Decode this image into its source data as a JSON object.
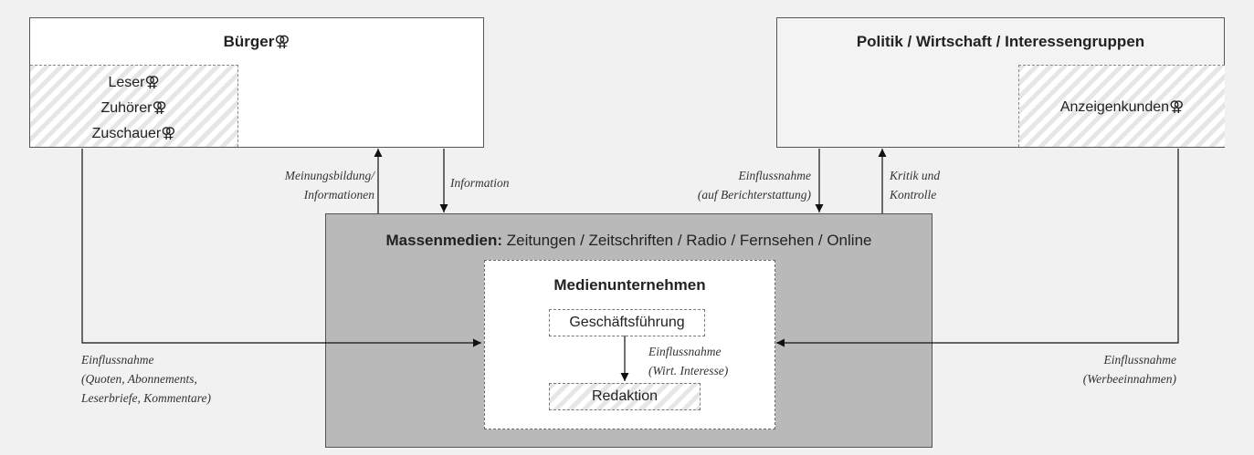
{
  "citizens": {
    "title": "Bürger⚢",
    "sub_roles": [
      "Leser⚢",
      "Zuhörer⚢",
      "Zuschauer⚢"
    ]
  },
  "politics": {
    "title": "Politik / Wirtschaft / Interessengruppen",
    "sub_role": "Anzeigenkunden⚢"
  },
  "mass_media": {
    "title_bold": "Massenmedien:",
    "title_rest": " Zeitungen / Zeitschriften / Radio / Fernsehen / Online",
    "company": {
      "title": "Medienunternehmen",
      "management": "Geschäftsführung",
      "editorial": "Redaktion"
    }
  },
  "edge_labels": {
    "opinion": [
      "Meinungsbildung/",
      "Informationen"
    ],
    "information": [
      "Information"
    ],
    "influence_reporting": [
      "Einflussnahme",
      "(auf Berichterstattung)"
    ],
    "criticism": [
      "Kritik und",
      "Kontrolle"
    ],
    "influence_audience": [
      "Einflussnahme",
      "(Quoten, Abonnements,",
      "Leserbriefe, Kommentare)"
    ],
    "influence_economic": [
      "Einflussnahme",
      "(Wirt. Interesse)"
    ],
    "influence_advertising": [
      "Einflussnahme",
      "(Werbeeinnahmen)"
    ]
  }
}
